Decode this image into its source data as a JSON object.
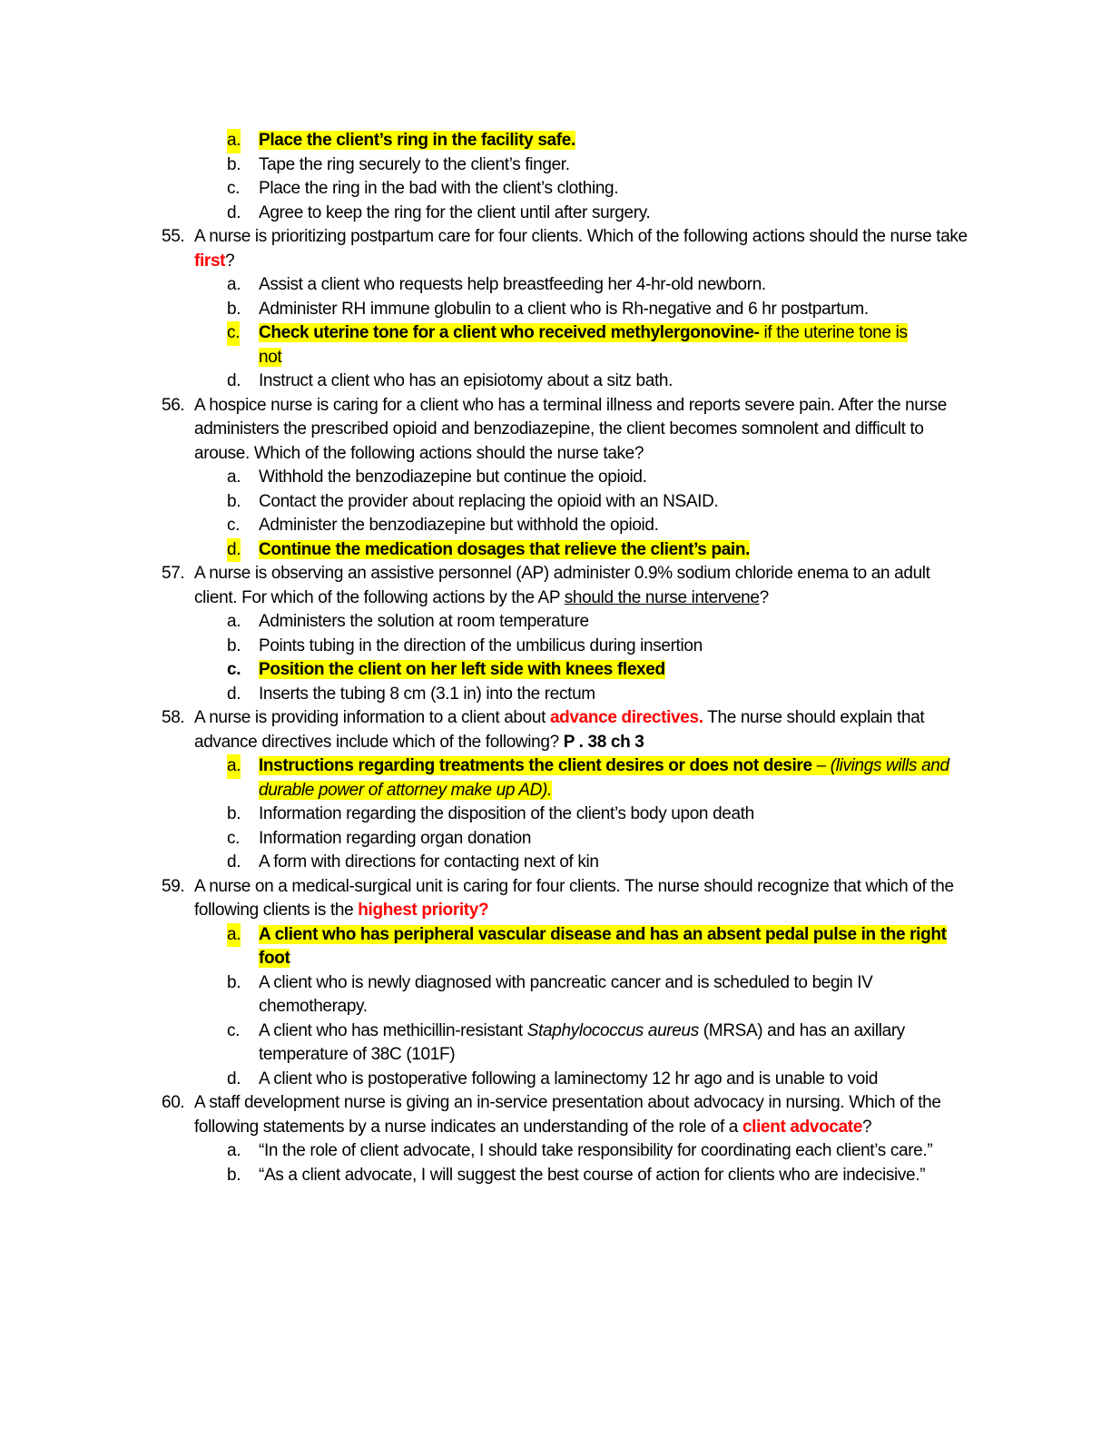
{
  "document": {
    "continuation_options": [
      {
        "letter": "a.",
        "text": "Place the client’s ring in the facility safe.",
        "correct": true
      },
      {
        "letter": "b.",
        "text": "Tape the ring securely to the client’s finger."
      },
      {
        "letter": "c.",
        "text": "Place the ring in the bad with the client’s clothing."
      },
      {
        "letter": "d.",
        "text": "Agree to keep the ring for the client until after surgery."
      }
    ],
    "questions": [
      {
        "number": "55.",
        "stem_before": "A nurse is prioritizing postpartum care for four clients. Which of the following actions should the nurse take ",
        "stem_emphasis": "first",
        "stem_after": "?",
        "options": [
          {
            "letter": "a.",
            "text": "Assist a client who requests help breastfeeding her 4-hr-old newborn."
          },
          {
            "letter": "b.",
            "text": "Administer RH immune globulin to a client who is Rh-negative and 6 hr postpartum."
          },
          {
            "letter": "c.",
            "text": "Check uterine tone for a client who received methylergonovine-",
            "note": " if the uterine tone is",
            "note2": "not",
            "correct": true
          },
          {
            "letter": "d.",
            "text": "Instruct a client who has an episiotomy about a sitz bath."
          }
        ]
      },
      {
        "number": "56.",
        "stem": "A hospice nurse is caring for a client who has a terminal illness and reports severe pain. After the nurse administers the prescribed opioid and benzodiazepine, the client becomes somnolent and difficult to arouse. Which of the following actions should the nurse take?",
        "options": [
          {
            "letter": "a.",
            "text": "Withhold the benzodiazepine but continue the opioid."
          },
          {
            "letter": "b.",
            "text": "Contact the provider about replacing the opioid with an NSAID."
          },
          {
            "letter": "c.",
            "text": "Administer the benzodiazepine but withhold the opioid."
          },
          {
            "letter": "d.",
            "text": "Continue the medication dosages that relieve the client’s pain.",
            "correct": true
          }
        ]
      },
      {
        "number": "57.",
        "stem_before": "A nurse is observing an assistive personnel (AP) administer 0.9% sodium chloride enema to an adult client. For which of the following actions by the AP ",
        "stem_underline": "should the nurse intervene",
        "stem_after": "?",
        "options": [
          {
            "letter": "a.",
            "text": "Administers the solution at room temperature"
          },
          {
            "letter": "b.",
            "text": "Points tubing in the direction of the umbilicus during insertion"
          },
          {
            "letter": "c.",
            "text": "Position the client on her left side with knees flexed",
            "correct": true
          },
          {
            "letter": "d.",
            "text": "Inserts the tubing 8 cm (3.1 in) into the rectum"
          }
        ]
      },
      {
        "number": "58.",
        "stem_before": "A nurse is providing information to a client about ",
        "stem_emphasis": "advance directives.",
        "stem_after": " The nurse should explain that advance directives include which of the following? ",
        "stem_reference": "P . 38 ch 3",
        "options": [
          {
            "letter": "a.",
            "text": "Instructions regarding treatments the client desires or does not desire",
            "note": " –  (livings wills and durable power of attorney make up AD).",
            "correct": true
          },
          {
            "letter": "b.",
            "text": "Information regarding the disposition of the client’s body upon death"
          },
          {
            "letter": "c.",
            "text": "Information regarding organ donation"
          },
          {
            "letter": "d.",
            "text": "A form with directions for contacting next of kin"
          }
        ]
      },
      {
        "number": "59.",
        "stem_before": "A nurse on a medical-surgical unit is caring for four clients. The nurse should recognize that which of the following clients is the ",
        "stem_emphasis": "highest priority?",
        "options": [
          {
            "letter": "a.",
            "text": "A client who has peripheral vascular disease and has an absent pedal pulse in the right foot",
            "correct": true
          },
          {
            "letter": "b.",
            "text": "A client who is newly diagnosed with pancreatic cancer and is scheduled to begin IV chemotherapy."
          },
          {
            "letter": "c.",
            "text_before": "A client who has methicillin-resistant ",
            "text_italic": "Staphylococcus aureus",
            "text_after": " (MRSA) and has an axillary temperature of 38C (101F)"
          },
          {
            "letter": "d.",
            "text": "A client who is postoperative following a laminectomy 12 hr ago and is unable to void"
          }
        ]
      },
      {
        "number": "60.",
        "stem_before": "A staff development nurse is giving an in-service presentation about advocacy in nursing. Which of the following statements by a nurse indicates an understanding of the role of a ",
        "stem_emphasis": "client advocate",
        "stem_after": "?",
        "options": [
          {
            "letter": "a.",
            "text": "“In the role of client advocate, I should take responsibility for coordinating each client’s care.”"
          },
          {
            "letter": "b.",
            "text": "“As a client advocate, I will suggest the best course of action for clients who are indecisive.”"
          }
        ]
      }
    ],
    "colors": {
      "highlight": "#ffff00",
      "emphasis_red": "#ff0000",
      "text": "#000000",
      "background": "#ffffff"
    }
  }
}
